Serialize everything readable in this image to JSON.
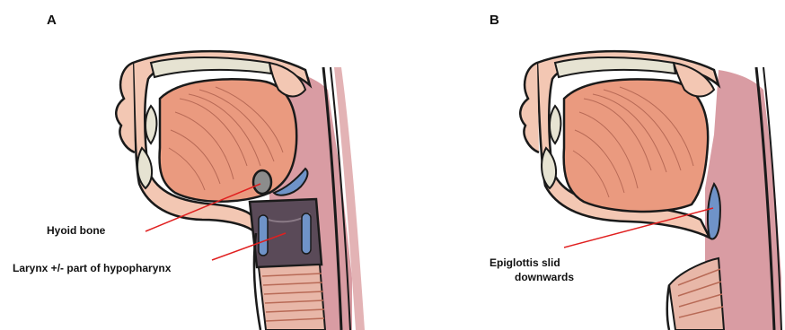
{
  "panels": [
    {
      "label": "A",
      "annotations": [
        {
          "text": "Hyoid bone"
        },
        {
          "text": "Larynx +/- part of hypopharynx"
        }
      ]
    },
    {
      "label": "B",
      "annotations": [
        {
          "text": "Epiglottis slid"
        },
        {
          "text": "downwards"
        }
      ]
    }
  ],
  "colors": {
    "outline": "#1a1a1a",
    "skin": "#f3c7b3",
    "tongue": "#ea9a7f",
    "tongue_stripes": "#b86a56",
    "pharynx": "#d99ca3",
    "pharynx_dark": "#c98790",
    "bone": "#e6e3d2",
    "hyoid": "#8c8c8c",
    "epiglottis": "#6f93c8",
    "larynx": "#5a4a58",
    "trachea": "#e8b7a8",
    "leader_line": "#e02020"
  }
}
